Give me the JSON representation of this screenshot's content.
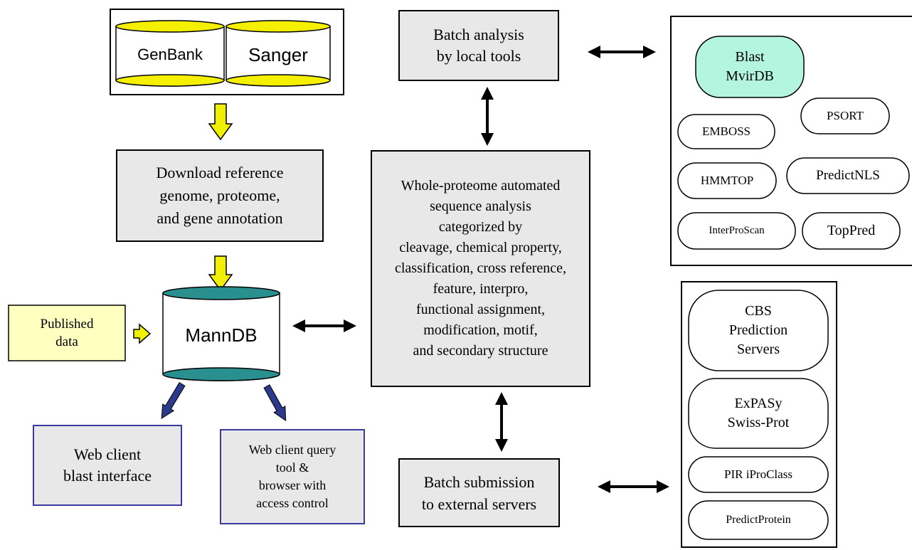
{
  "sources": {
    "genbank": "GenBank",
    "sanger": "Sanger"
  },
  "download": "Download reference\ngenome, proteome,\nand gene annotation",
  "published": "Published\ndata",
  "manndb": "MannDB",
  "web_blast": "Web client\nblast interface",
  "web_query": "Web client query\ntool &\nbrowser with\naccess control",
  "batch_local": "Batch analysis\nby local tools",
  "whole_proteome": "Whole-proteome automated\nsequence analysis\ncategorized by\ncleavage, chemical property,\nclassification, cross reference,\nfeature, interpro,\nfunctional assignment,\nmodification, motif,\nand secondary structure",
  "batch_external": "Batch submission\nto external servers",
  "local_tools": {
    "blast": "Blast\nMvirDB",
    "emboss": "EMBOSS",
    "psort": "PSORT",
    "hmmtop": "HMMTOP",
    "predictnls": "PredictNLS",
    "interproscan": "InterProScan",
    "toppred": "TopPred"
  },
  "external_servers": {
    "cbs": "CBS\nPrediction\nServers",
    "expasy": "ExPASy\nSwiss-Prot",
    "pir": "PIR iProClass",
    "predictprotein": "PredictProtein"
  },
  "colors": {
    "process_fill": "#e8e8e8",
    "published_fill": "#ffffc0",
    "blast_fill": "#b3f5df",
    "db_cap_yellow": "#f5f000",
    "db_cap_teal": "#2a8f8f",
    "yellow_arrow": "#f0f000",
    "blue_arrow": "#2c3a8c",
    "web_border": "#3a3aa0"
  }
}
